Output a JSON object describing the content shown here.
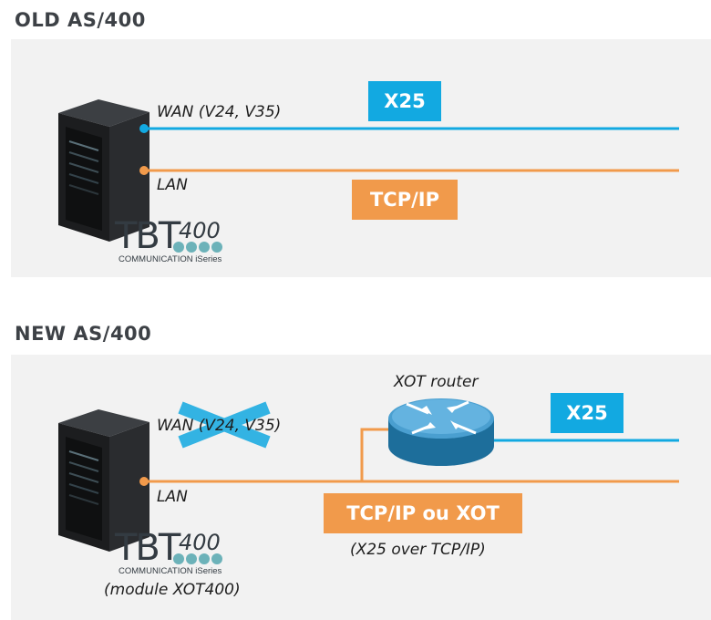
{
  "sections": {
    "old": {
      "title": "OLD AS/400",
      "wan_label": "WAN (V24, V35)",
      "lan_label": "LAN",
      "x25_badge": "X25",
      "tcpip_badge": "TCP/IP"
    },
    "new": {
      "title": "NEW AS/400",
      "wan_label": "WAN (V24, V35)",
      "lan_label": "LAN",
      "router_label": "XOT router",
      "x25_badge": "X25",
      "tcpip_badge": "TCP/IP ou XOT",
      "tcpip_caption": "(X25 over TCP/IP)",
      "module_caption": "(module XOT400)"
    }
  },
  "logo": {
    "main": "TBT",
    "number": "400",
    "tagline": "COMMUNICATION iSeries"
  },
  "colors": {
    "wan_blue": "#12a9e1",
    "lan_orange": "#f19a4b",
    "panel_bg": "#f2f2f2",
    "heading": "#3d4146",
    "logo_dot": "#6cb2b9"
  },
  "icons": {
    "server": "server-tower-icon",
    "router": "router-icon",
    "removed": "cross-mark-icon"
  }
}
